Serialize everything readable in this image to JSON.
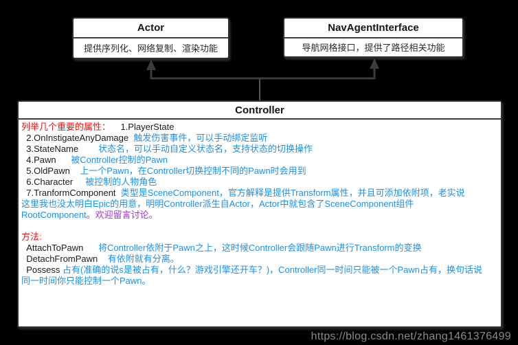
{
  "colors": {
    "background": "#000000",
    "box_fill": "#ffffff",
    "box_border": "#2f2f2f",
    "connector": "#3c3c3c",
    "text_red": "#ee1010",
    "text_blue": "#1e8fe8",
    "text_purple": "#9c35cf",
    "text_black": "#1a1a1a",
    "watermark_gray": "#8b8b8b"
  },
  "boxes": {
    "actor": {
      "title": "Actor",
      "description": "提供序列化、网络复制、渲染功能"
    },
    "nav_agent": {
      "title": "NavAgentInterface",
      "description": "导航网格接口，提供了路径相关功能"
    },
    "controller": {
      "title": "Controller",
      "lines": [
        [
          {
            "t": "列举几个重要的属性：",
            "c": "red"
          },
          {
            "t": "    1.PlayerState",
            "c": "black"
          }
        ],
        [
          {
            "t": "  2.OnInstigateAnyDamage  ",
            "c": "black"
          },
          {
            "t": "触发伤害事件，可以手动绑定监听",
            "c": "blue"
          }
        ],
        [
          {
            "t": "  3.StateName        ",
            "c": "black"
          },
          {
            "t": "状态名，可以手动自定义状态名，支持状态的切换操作",
            "c": "blue"
          }
        ],
        [
          {
            "t": "  4.Pawn      ",
            "c": "black"
          },
          {
            "t": "被Controller控制的Pawn",
            "c": "blue"
          }
        ],
        [
          {
            "t": "  5.OldPawn    ",
            "c": "black"
          },
          {
            "t": "上一个Pawn，在Controller切换控制不同的Pawn时会用到",
            "c": "blue"
          }
        ],
        [
          {
            "t": "  6.Character     ",
            "c": "black"
          },
          {
            "t": "被控制的人物角色",
            "c": "blue"
          }
        ],
        [
          {
            "t": "  7.TranformComponent  ",
            "c": "black"
          },
          {
            "t": "类型是SceneComponent，官方解释是提供Transform属性，并且可添加依附项，老实说",
            "c": "blue"
          }
        ],
        [
          {
            "t": "这里我也没太明白Epic的用意，明明Controller派生自Actor，Actor中就包含了SceneComponent组件",
            "c": "blue"
          }
        ],
        [
          {
            "t": "RootComponent",
            "c": "blue"
          },
          {
            "t": "。欢迎留言讨论。",
            "c": "purple"
          }
        ],
        [],
        [
          {
            "t": "方法:",
            "c": "red"
          }
        ],
        [
          {
            "t": "  AttachToPawn      ",
            "c": "black"
          },
          {
            "t": "将Controller依附于Pawn之上，这时候Controller会跟随Pawn进行Transform的变换",
            "c": "blue"
          }
        ],
        [
          {
            "t": "  DetachFromPawn    ",
            "c": "black"
          },
          {
            "t": "有依附就有分离。",
            "c": "blue"
          }
        ],
        [
          {
            "t": "  Possess ",
            "c": "black"
          },
          {
            "t": "占有(准确的说s是被占有，什么？游戏引擎还开车？)，Controller同一时间只能被一个Pawn占有，换句话说",
            "c": "blue"
          }
        ],
        [
          {
            "t": "同一时间你只能控制一个Pawn。",
            "c": "blue"
          }
        ]
      ]
    }
  },
  "watermark": "https://blog.csdn.net/zhang1461376499"
}
